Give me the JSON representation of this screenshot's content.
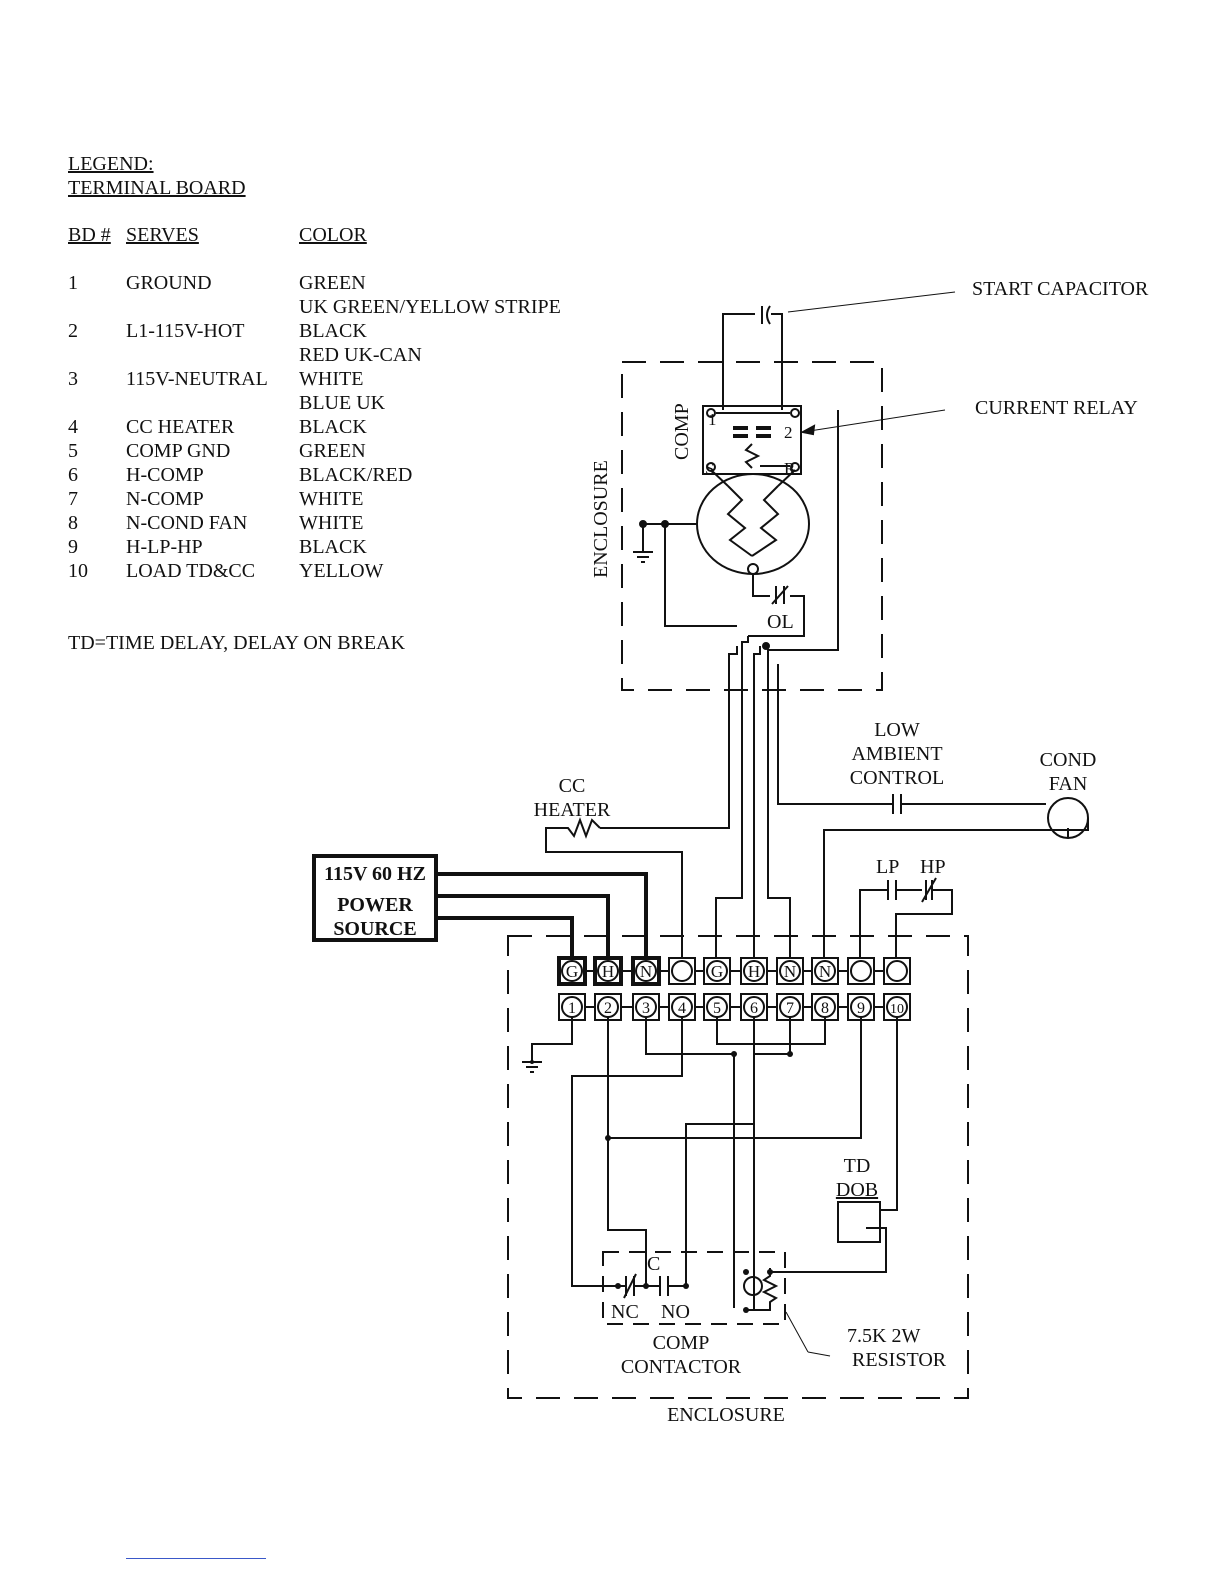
{
  "legend": {
    "title": "LEGEND:",
    "subtitle": "TERMINAL BOARD",
    "headers": {
      "bd": "BD #",
      "serves": "SERVES",
      "color": "COLOR"
    },
    "rows": [
      {
        "bd": "1",
        "serves": "GROUND",
        "color": "GREEN"
      },
      {
        "bd": "",
        "serves": "",
        "color": "UK GREEN/YELLOW STRIPE"
      },
      {
        "bd": "2",
        "serves": "L1-115V-HOT",
        "color": "BLACK"
      },
      {
        "bd": "",
        "serves": "",
        "color": "RED UK-CAN"
      },
      {
        "bd": "3",
        "serves": "115V-NEUTRAL",
        "color": "WHITE"
      },
      {
        "bd": "",
        "serves": "",
        "color": "BLUE UK"
      },
      {
        "bd": "4",
        "serves": "CC HEATER",
        "color": "BLACK"
      },
      {
        "bd": "5",
        "serves": "COMP GND",
        "color": "GREEN"
      },
      {
        "bd": "6",
        "serves": "H-COMP",
        "color": "BLACK/RED"
      },
      {
        "bd": "7",
        "serves": "N-COMP",
        "color": "WHITE"
      },
      {
        "bd": "8",
        "serves": "N-COND FAN",
        "color": "WHITE"
      },
      {
        "bd": "9",
        "serves": "H-LP-HP",
        "color": "BLACK"
      },
      {
        "bd": "10",
        "serves": "LOAD TD&CC",
        "color": "YELLOW"
      }
    ],
    "note": "TD=TIME DELAY, DELAY ON BREAK"
  },
  "diagram": {
    "start_capacitor": "START CAPACITOR",
    "current_relay": "CURRENT RELAY",
    "comp": "COMP",
    "enclosure_top": "ENCLOSURE",
    "relay_1": "1",
    "relay_2": "2",
    "relay_s": "S",
    "relay_r": "R",
    "ol": "OL",
    "low_ambient_1": "LOW",
    "low_ambient_2": "AMBIENT",
    "low_ambient_3": "CONTROL",
    "cond_fan_1": "COND",
    "cond_fan_2": "FAN",
    "cc_heater_1": "CC",
    "cc_heater_2": "HEATER",
    "power_1": "115V 60 HZ",
    "power_2": "POWER",
    "power_3": "SOURCE",
    "lp": "LP",
    "hp": "HP",
    "top_terminals": [
      "G",
      "H",
      "N",
      "",
      "G",
      "H",
      "N",
      "N",
      "",
      ""
    ],
    "bottom_terminals": [
      "1",
      "2",
      "3",
      "4",
      "5",
      "6",
      "7",
      "8",
      "9",
      "10"
    ],
    "td_1": "TD",
    "td_2": "DOB",
    "contactor_c": "C",
    "contactor_nc": "NC",
    "contactor_no": "NO",
    "comp_contactor_1": "COMP",
    "comp_contactor_2": "CONTACTOR",
    "resistor_1": "7.5K 2W",
    "resistor_2": "RESISTOR",
    "enclosure_bottom": "ENCLOSURE"
  }
}
